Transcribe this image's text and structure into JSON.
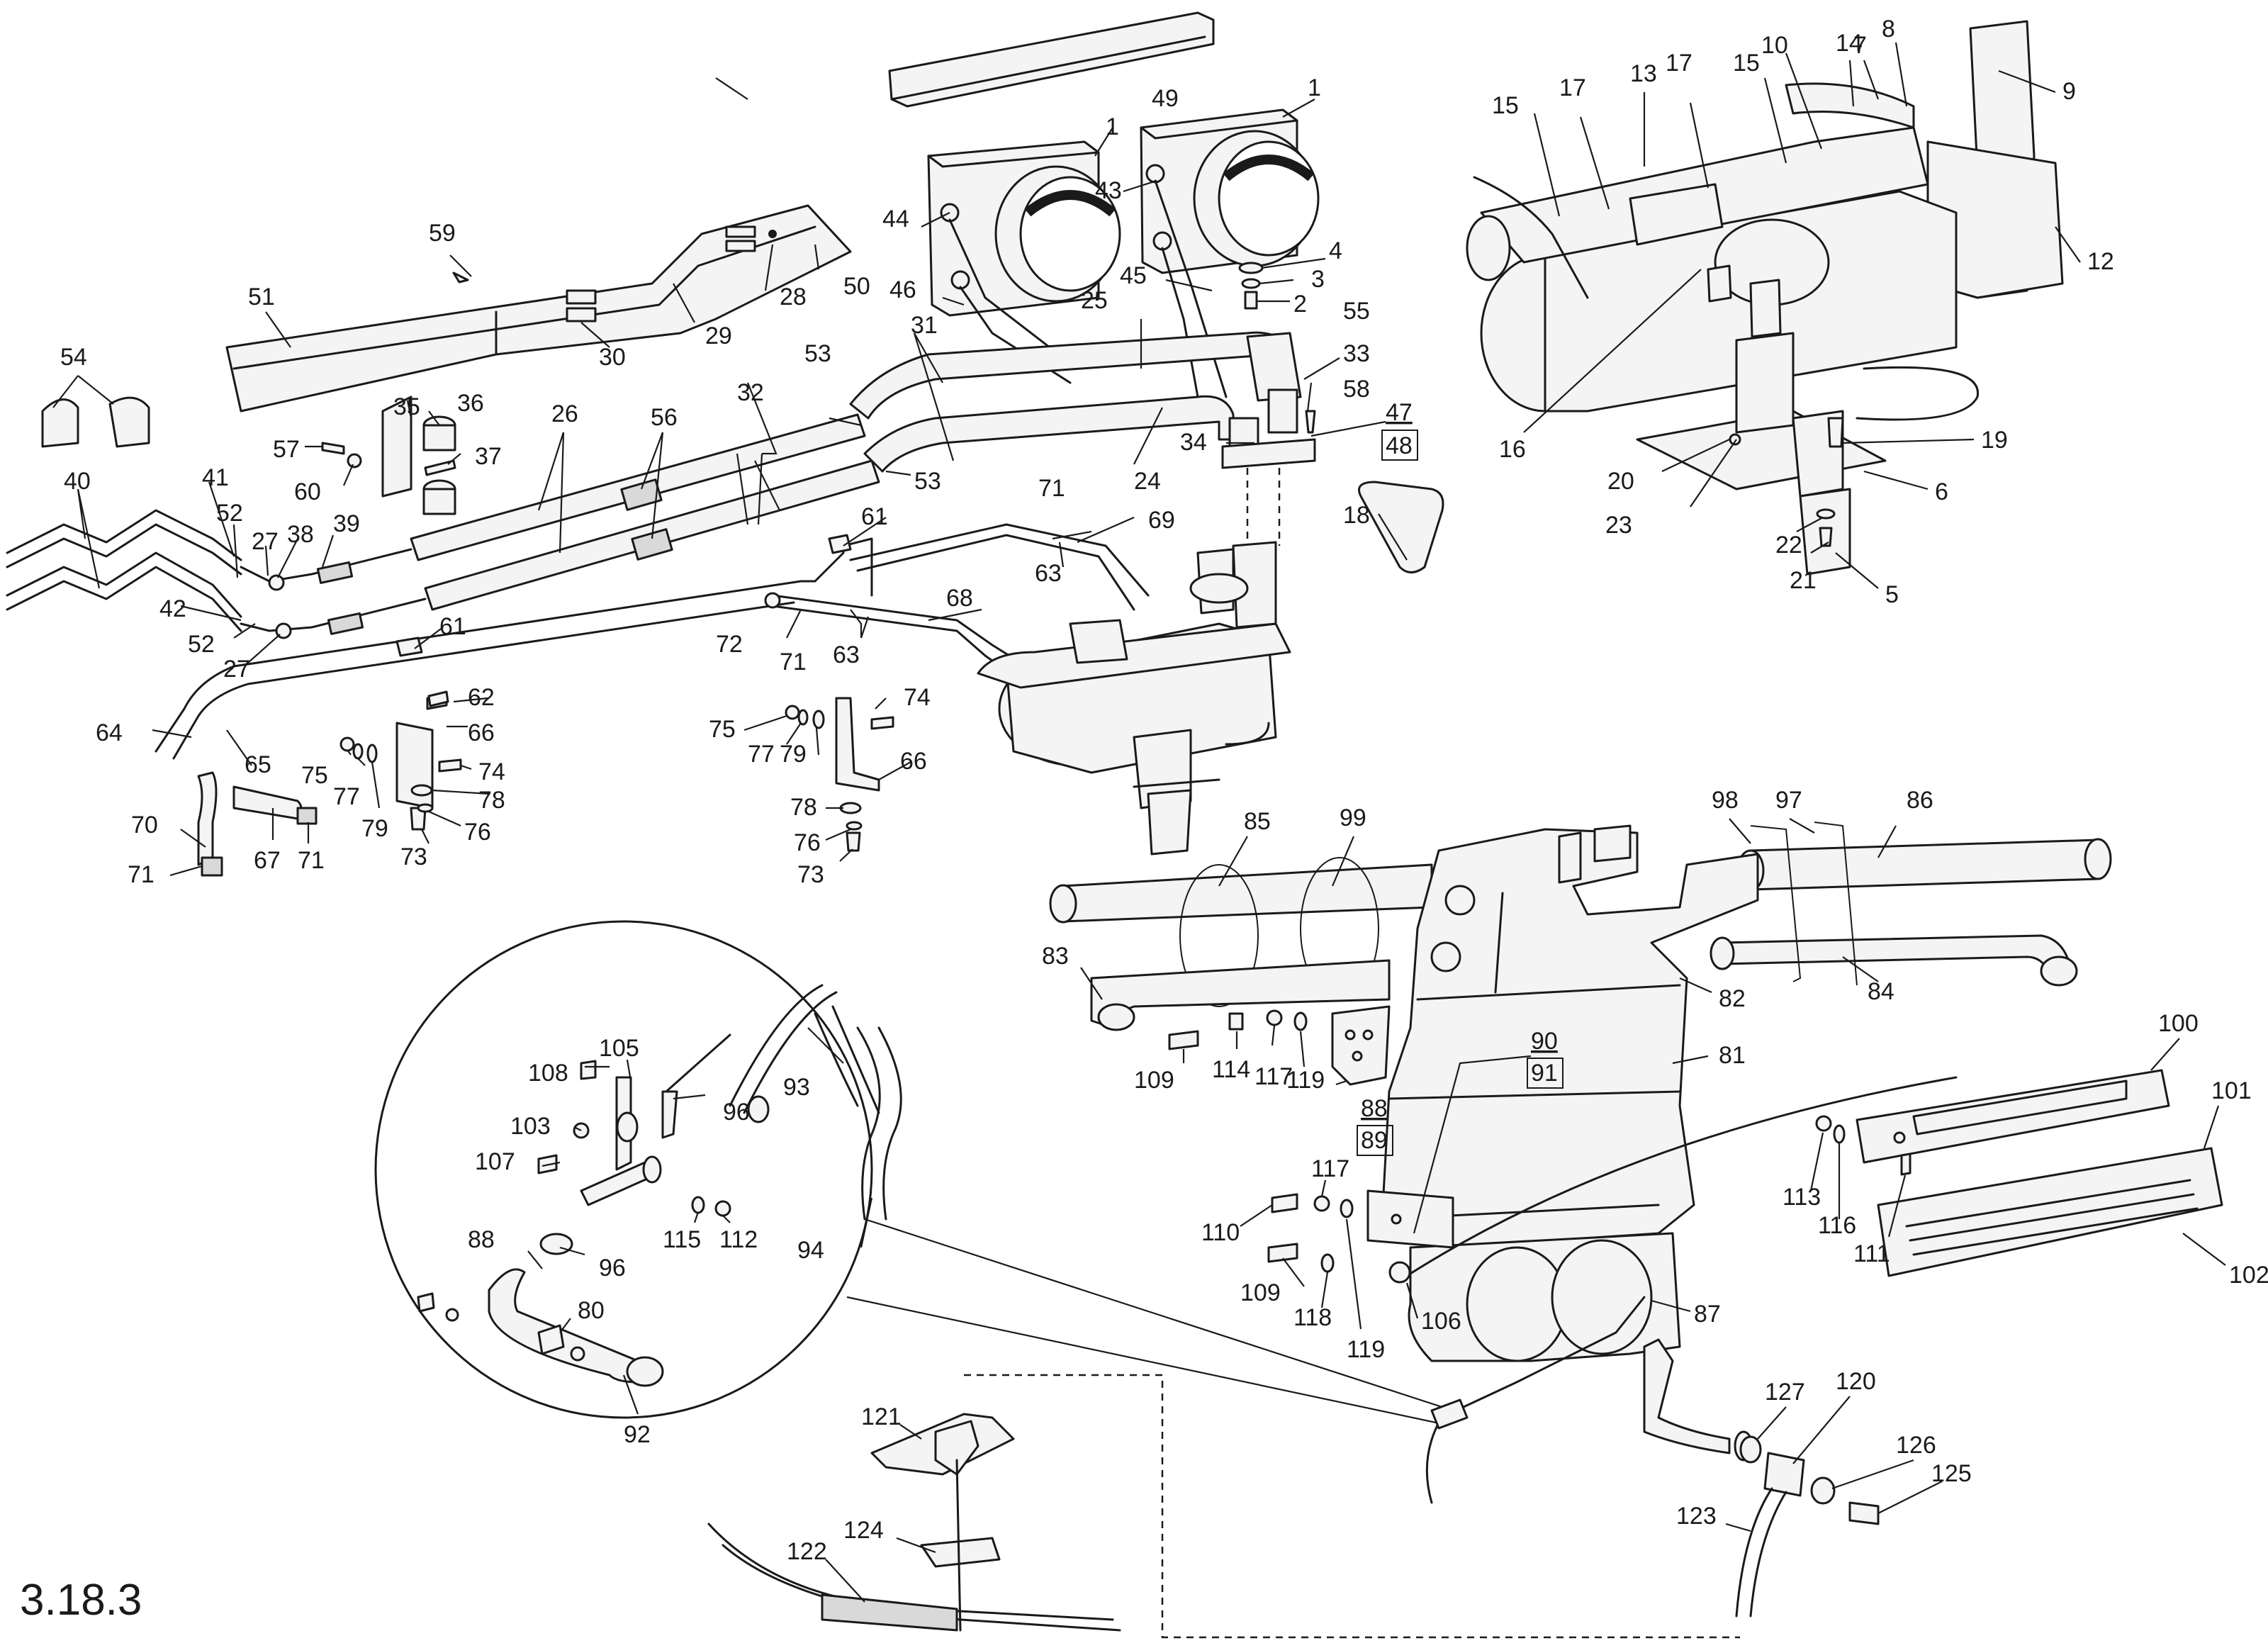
{
  "figure_number": "3.18.3",
  "callouts": [
    {
      "id": "c1a",
      "text": "1"
    },
    {
      "id": "c1b",
      "text": "1"
    },
    {
      "id": "c2",
      "text": "2"
    },
    {
      "id": "c3",
      "text": "3"
    },
    {
      "id": "c4",
      "text": "4"
    },
    {
      "id": "c5",
      "text": "5"
    },
    {
      "id": "c6",
      "text": "6"
    },
    {
      "id": "c7",
      "text": "7"
    },
    {
      "id": "c8",
      "text": "8"
    },
    {
      "id": "c9",
      "text": "9"
    },
    {
      "id": "c10",
      "text": "10"
    },
    {
      "id": "c12",
      "text": "12"
    },
    {
      "id": "c13",
      "text": "13"
    },
    {
      "id": "c14",
      "text": "14"
    },
    {
      "id": "c15a",
      "text": "15"
    },
    {
      "id": "c15b",
      "text": "15"
    },
    {
      "id": "c16",
      "text": "16"
    },
    {
      "id": "c17a",
      "text": "17"
    },
    {
      "id": "c17b",
      "text": "17"
    },
    {
      "id": "c18",
      "text": "18"
    },
    {
      "id": "c19",
      "text": "19"
    },
    {
      "id": "c20",
      "text": "20"
    },
    {
      "id": "c21",
      "text": "21"
    },
    {
      "id": "c22",
      "text": "22"
    },
    {
      "id": "c23",
      "text": "23"
    },
    {
      "id": "c24",
      "text": "24"
    },
    {
      "id": "c25",
      "text": "25"
    },
    {
      "id": "c26",
      "text": "26"
    },
    {
      "id": "c27a",
      "text": "27"
    },
    {
      "id": "c27b",
      "text": "27"
    },
    {
      "id": "c28",
      "text": "28"
    },
    {
      "id": "c29",
      "text": "29"
    },
    {
      "id": "c30",
      "text": "30"
    },
    {
      "id": "c31",
      "text": "31"
    },
    {
      "id": "c32",
      "text": "32"
    },
    {
      "id": "c33",
      "text": "33"
    },
    {
      "id": "c34",
      "text": "34"
    },
    {
      "id": "c35",
      "text": "35"
    },
    {
      "id": "c36",
      "text": "36"
    },
    {
      "id": "c37",
      "text": "37"
    },
    {
      "id": "c38",
      "text": "38"
    },
    {
      "id": "c39",
      "text": "39"
    },
    {
      "id": "c40",
      "text": "40"
    },
    {
      "id": "c41",
      "text": "41"
    },
    {
      "id": "c42",
      "text": "42"
    },
    {
      "id": "c43",
      "text": "43"
    },
    {
      "id": "c44",
      "text": "44"
    },
    {
      "id": "c45",
      "text": "45"
    },
    {
      "id": "c46",
      "text": "46"
    },
    {
      "id": "c47",
      "text": "47"
    },
    {
      "id": "c48",
      "text": "48"
    },
    {
      "id": "c49",
      "text": "49"
    },
    {
      "id": "c50",
      "text": "50"
    },
    {
      "id": "c51",
      "text": "51"
    },
    {
      "id": "c52a",
      "text": "52"
    },
    {
      "id": "c52b",
      "text": "52"
    },
    {
      "id": "c53a",
      "text": "53"
    },
    {
      "id": "c53b",
      "text": "53"
    },
    {
      "id": "c54",
      "text": "54"
    },
    {
      "id": "c55",
      "text": "55"
    },
    {
      "id": "c56",
      "text": "56"
    },
    {
      "id": "c57",
      "text": "57"
    },
    {
      "id": "c58",
      "text": "58"
    },
    {
      "id": "c59",
      "text": "59"
    },
    {
      "id": "c60",
      "text": "60"
    },
    {
      "id": "c61a",
      "text": "61"
    },
    {
      "id": "c61b",
      "text": "61"
    },
    {
      "id": "c62",
      "text": "62"
    },
    {
      "id": "c63a",
      "text": "63"
    },
    {
      "id": "c63b",
      "text": "63"
    },
    {
      "id": "c64",
      "text": "64"
    },
    {
      "id": "c65",
      "text": "65"
    },
    {
      "id": "c66a",
      "text": "66"
    },
    {
      "id": "c66b",
      "text": "66"
    },
    {
      "id": "c67",
      "text": "67"
    },
    {
      "id": "c68",
      "text": "68"
    },
    {
      "id": "c69",
      "text": "69"
    },
    {
      "id": "c70",
      "text": "70"
    },
    {
      "id": "c71a",
      "text": "71"
    },
    {
      "id": "c71b",
      "text": "71"
    },
    {
      "id": "c71c",
      "text": "71"
    },
    {
      "id": "c71d",
      "text": "71"
    },
    {
      "id": "c72",
      "text": "72"
    },
    {
      "id": "c73a",
      "text": "73"
    },
    {
      "id": "c73b",
      "text": "73"
    },
    {
      "id": "c74a",
      "text": "74"
    },
    {
      "id": "c74b",
      "text": "74"
    },
    {
      "id": "c75a",
      "text": "75"
    },
    {
      "id": "c75b",
      "text": "75"
    },
    {
      "id": "c76a",
      "text": "76"
    },
    {
      "id": "c76b",
      "text": "76"
    },
    {
      "id": "c77a",
      "text": "77"
    },
    {
      "id": "c77b",
      "text": "77"
    },
    {
      "id": "c78a",
      "text": "78"
    },
    {
      "id": "c78b",
      "text": "78"
    },
    {
      "id": "c79a",
      "text": "79"
    },
    {
      "id": "c79b",
      "text": "79"
    },
    {
      "id": "c80",
      "text": "80"
    },
    {
      "id": "c81",
      "text": "81"
    },
    {
      "id": "c82",
      "text": "82"
    },
    {
      "id": "c83",
      "text": "83"
    },
    {
      "id": "c84",
      "text": "84"
    },
    {
      "id": "c85",
      "text": "85"
    },
    {
      "id": "c86",
      "text": "86"
    },
    {
      "id": "c87",
      "text": "87"
    },
    {
      "id": "c88a",
      "text": "88"
    },
    {
      "id": "c88b",
      "text": "88"
    },
    {
      "id": "c89",
      "text": "89"
    },
    {
      "id": "c90",
      "text": "90"
    },
    {
      "id": "c91",
      "text": "91"
    },
    {
      "id": "c92",
      "text": "92"
    },
    {
      "id": "c93",
      "text": "93"
    },
    {
      "id": "c94",
      "text": "94"
    },
    {
      "id": "c96a",
      "text": "96"
    },
    {
      "id": "c96b",
      "text": "96"
    },
    {
      "id": "c97",
      "text": "97"
    },
    {
      "id": "c98",
      "text": "98"
    },
    {
      "id": "c99",
      "text": "99"
    },
    {
      "id": "c100",
      "text": "100"
    },
    {
      "id": "c101",
      "text": "101"
    },
    {
      "id": "c102",
      "text": "102"
    },
    {
      "id": "c103",
      "text": "103"
    },
    {
      "id": "c105",
      "text": "105"
    },
    {
      "id": "c106",
      "text": "106"
    },
    {
      "id": "c107",
      "text": "107"
    },
    {
      "id": "c108",
      "text": "108"
    },
    {
      "id": "c109a",
      "text": "109"
    },
    {
      "id": "c109b",
      "text": "109"
    },
    {
      "id": "c110",
      "text": "110"
    },
    {
      "id": "c111",
      "text": "111"
    },
    {
      "id": "c112",
      "text": "112"
    },
    {
      "id": "c113",
      "text": "113"
    },
    {
      "id": "c114",
      "text": "114"
    },
    {
      "id": "c115",
      "text": "115"
    },
    {
      "id": "c116",
      "text": "116"
    },
    {
      "id": "c117a",
      "text": "117"
    },
    {
      "id": "c117b",
      "text": "117"
    },
    {
      "id": "c118",
      "text": "118"
    },
    {
      "id": "c119a",
      "text": "119"
    },
    {
      "id": "c119b",
      "text": "119"
    },
    {
      "id": "c120",
      "text": "120"
    },
    {
      "id": "c121",
      "text": "121"
    },
    {
      "id": "c122",
      "text": "122"
    },
    {
      "id": "c123",
      "text": "123"
    },
    {
      "id": "c124",
      "text": "124"
    },
    {
      "id": "c125",
      "text": "125"
    },
    {
      "id": "c126",
      "text": "126"
    },
    {
      "id": "c127",
      "text": "127"
    }
  ]
}
